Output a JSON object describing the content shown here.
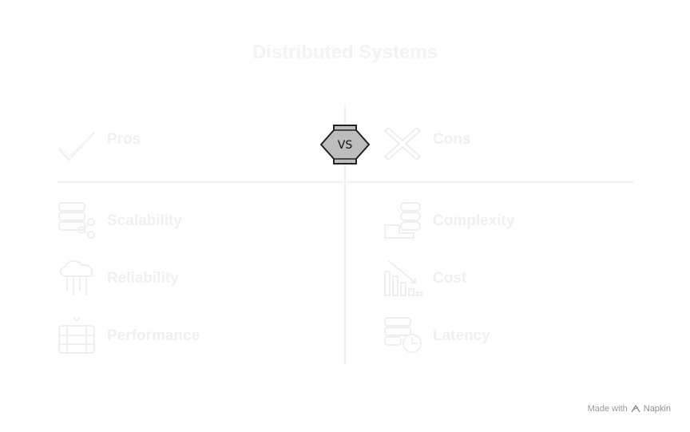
{
  "diagram": {
    "title": "Distributed Systems",
    "pros": {
      "heading": "Pros",
      "heading_icon": "checkmark-icon",
      "items": [
        {
          "label": "Scalability",
          "icon": "server-network-icon"
        },
        {
          "label": "Reliability",
          "icon": "cloud-circuit-icon"
        },
        {
          "label": "Performance",
          "icon": "server-rack-icon"
        }
      ]
    },
    "cons": {
      "heading": "Cons",
      "heading_icon": "cross-icon",
      "items": [
        {
          "label": "Complexity",
          "icon": "database-stack-icon"
        },
        {
          "label": "Cost",
          "icon": "declining-chart-icon"
        },
        {
          "label": "Latency",
          "icon": "server-clock-icon"
        }
      ]
    },
    "vs_label": "VS"
  },
  "footer": {
    "made_with": "Made with",
    "brand": "Napkin"
  },
  "colors": {
    "faded_text": "#f0f0f0",
    "divider": "#f1f1f1",
    "vs_fill": "#bdbdbd",
    "vs_stroke": "#222222"
  }
}
